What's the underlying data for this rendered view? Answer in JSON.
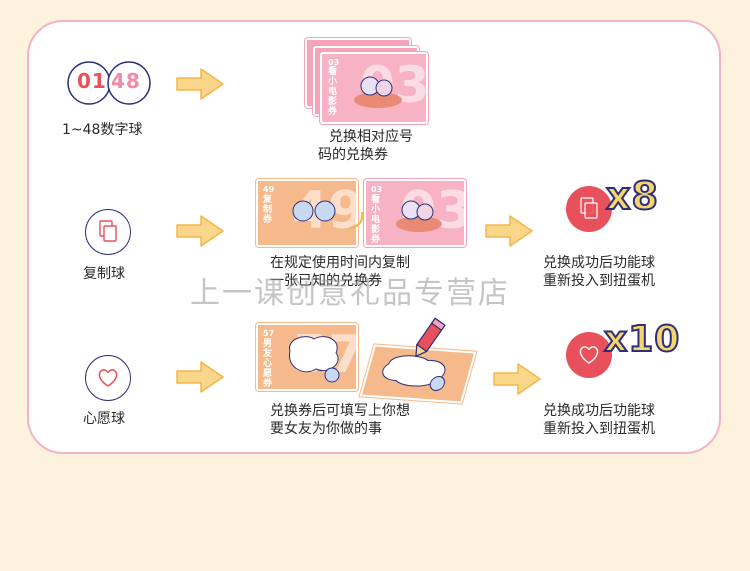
{
  "rows": [
    {
      "ball_number_1": "01",
      "ball_number_2": "48",
      "ball_label": "1~48数字球",
      "result_label_1": "兑换相对应号",
      "result_label_2": "码的兑换券",
      "ticket": {
        "number": "03",
        "big": "03",
        "title": "看小电影券"
      }
    },
    {
      "ball_label": "复制球",
      "ticket_a": {
        "number": "49",
        "big": "49",
        "title": "复制券"
      },
      "ticket_b": {
        "number": "03",
        "big": "03",
        "title": "看小电影券"
      },
      "mid_label_1": "在规定使用时间内复制",
      "mid_label_2": "一张已知的兑换券",
      "multiplier": "x8",
      "result_label_1": "兑换成功后功能球",
      "result_label_2": "重新投入到扭蛋机"
    },
    {
      "ball_label": "心愿球",
      "ticket_a": {
        "number": "57",
        "big": "57",
        "title": "男友心愿券"
      },
      "mid_label_1": "兑换券后可填写上你想",
      "mid_label_2": "要女友为你做的事",
      "multiplier": "x10",
      "result_label_1": "兑换成功后功能球",
      "result_label_2": "重新投入到扭蛋机"
    }
  ],
  "watermark": "上一课创意礼品专营店",
  "colors": {
    "background": "#fdf3dd",
    "card_border": "#f2b3c6",
    "accent_red": "#e8505b",
    "ticket_pink": "#f5a3b8",
    "ticket_orange": "#f6b98c",
    "arrow_yellow": "#f9d68a",
    "multiplier_yellow": "#f6d56a",
    "navy": "#2d2f7a"
  }
}
